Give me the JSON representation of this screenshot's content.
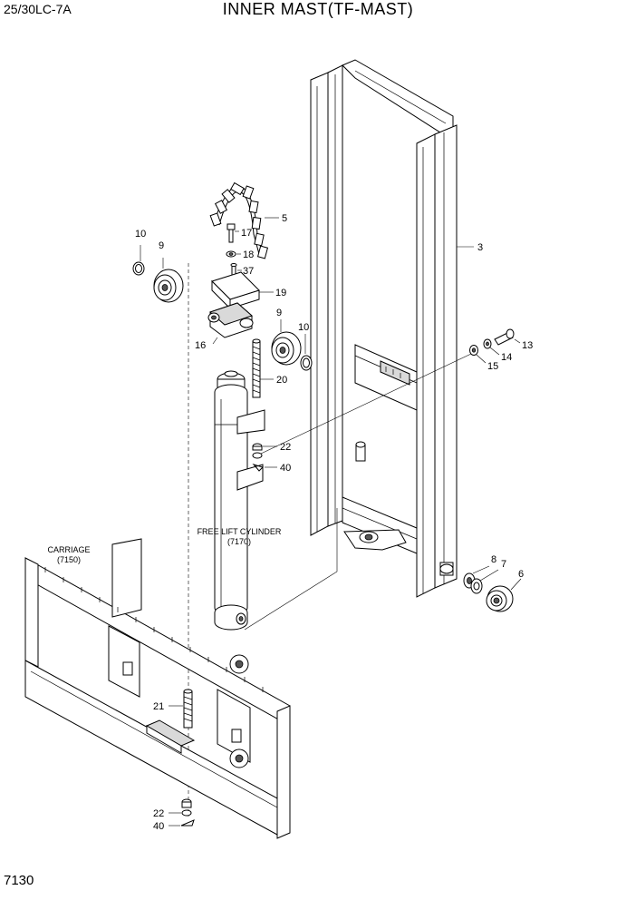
{
  "header": {
    "model": "25/30LC-7A",
    "title": "INNER MAST(TF-MAST)"
  },
  "footer": {
    "page_number": "7130"
  },
  "captions": {
    "free_lift_cylinder": "FREE LIFT CYLINDER",
    "free_lift_cylinder_ref": "(7170)",
    "carriage": "CARRIAGE",
    "carriage_ref": "(7150)"
  },
  "callouts": {
    "c3": "3",
    "c5": "5",
    "c6": "6",
    "c7": "7",
    "c8": "8",
    "c9a": "9",
    "c9b": "9",
    "c10a": "10",
    "c10b": "10",
    "c13": "13",
    "c14": "14",
    "c15": "15",
    "c16": "16",
    "c17": "17",
    "c18": "18",
    "c19": "19",
    "c20": "20",
    "c21": "21",
    "c22a": "22",
    "c22b": "22",
    "c37": "37",
    "c40a": "40",
    "c40b": "40"
  }
}
